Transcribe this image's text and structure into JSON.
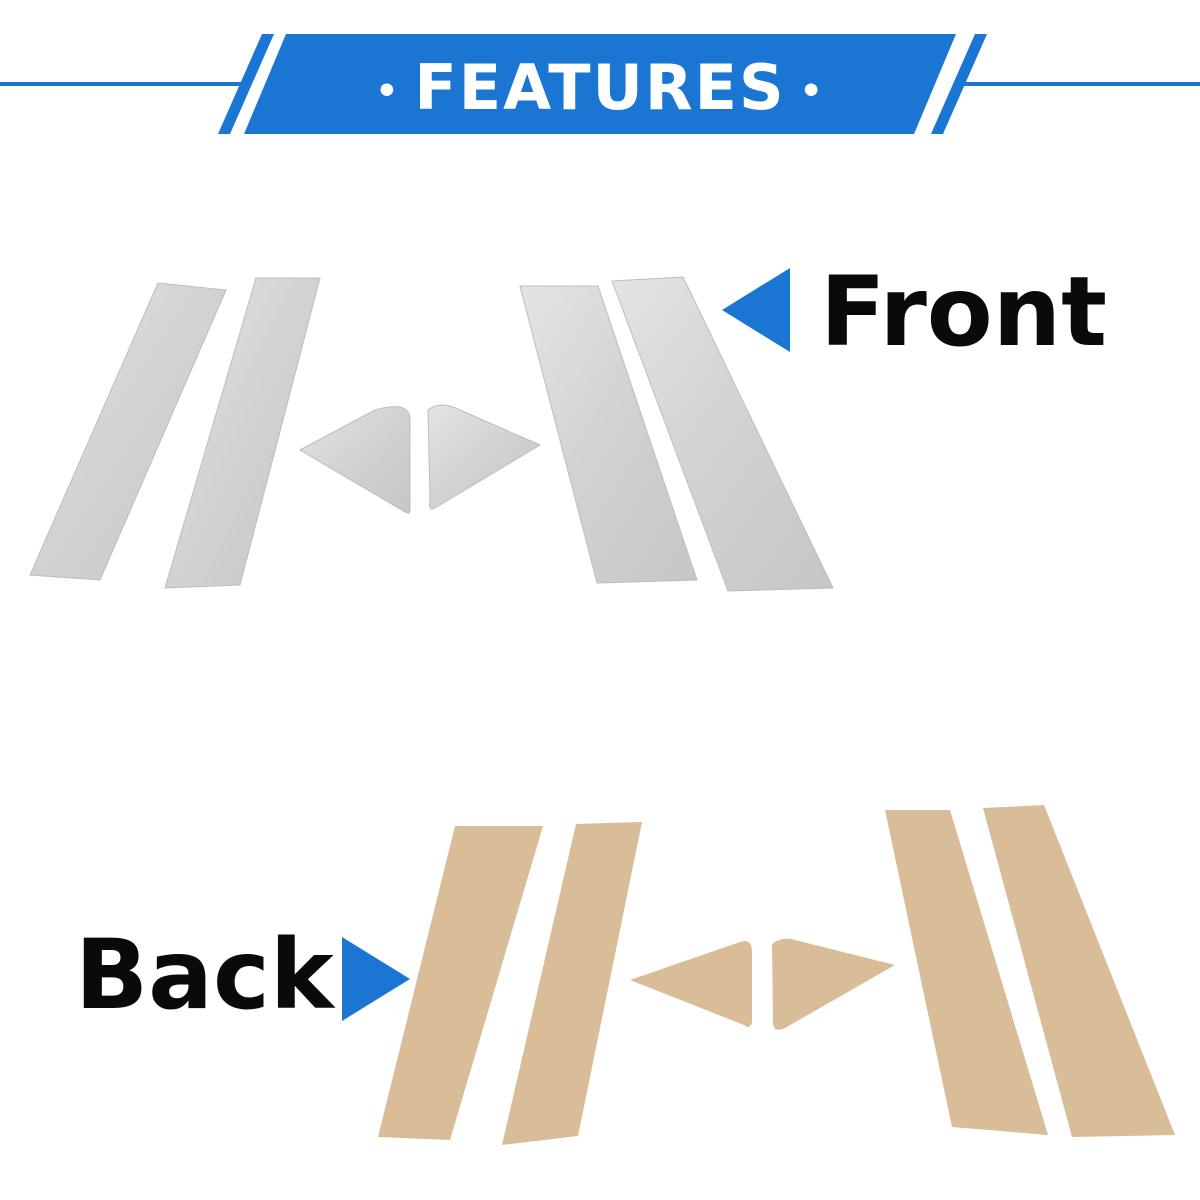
{
  "banner": {
    "title": "FEATURES",
    "dot": "•"
  },
  "front": {
    "label": "Front",
    "arrow_icon": "blue-triangle-left-icon",
    "panel_color": "#d6d6d6"
  },
  "back": {
    "label": "Back",
    "arrow_icon": "blue-triangle-right-icon",
    "panel_color": "#d8bd98"
  },
  "colors": {
    "accent": "#1a76d2",
    "text": "#0a0a0a",
    "background": "#ffffff"
  }
}
